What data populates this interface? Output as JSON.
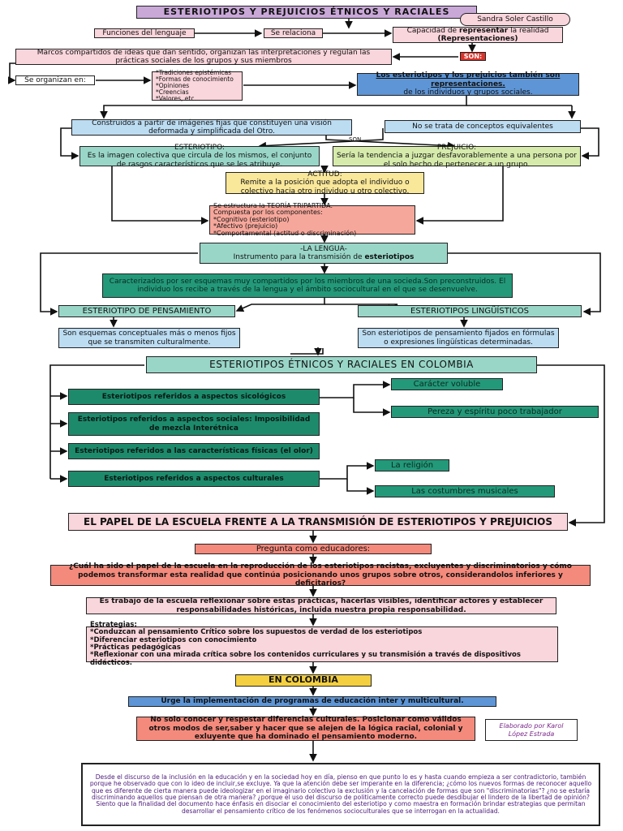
{
  "title": "ESTERIOTIPOS Y PREJUICIOS ÉTNICOS Y RACIALES",
  "author": "Sandra Soler Castillo",
  "row1": {
    "funciones": "Funciones del lenguaje",
    "relaciona": "Se relaciona",
    "capacidad_pre": "Capacidad de",
    "capacidad_bold": "representar",
    "capacidad_post": "la realidad",
    "capacidad_sub": "(Representaciones)",
    "son": "SON:"
  },
  "marcos": "Marcos compartidos de ideas que dan sentido, organizan las interpretaciones y regulan las prácticas sociales de los grupos y sus miembros",
  "organizan": "Se organizan en:",
  "tradiciones": [
    "*Tradiciones epistémicas",
    "*Formas de conocimiento",
    "*Opiniones",
    "*Creencias",
    "*Valores, etc..."
  ],
  "representaciones_title": "Los esteriotipos y los prejuicios también son representaciones.",
  "representaciones_sub": "de los individuos y grupos sociales.",
  "construidos": "Construidos a partir de imágenes fijas que constituyen una visión deformada y simplificada del Otro.",
  "son_label": "SON",
  "no_equivalentes": "No se trata de conceptos equivalentes",
  "esteriotipo_title": "ESTERIOTIPO:",
  "esteriotipo_text": "Es la imagen colectiva que circula de los mismos, el conjunto de rasgos característicos que se les atribuye.",
  "prejuicio_title": "PREJUICIO:",
  "prejuicio_text": "Sería la tendencia a juzgar desfavorablemente a una persona por el solo hecho de pertenecer a un grupo.",
  "actitud_title": "ACTITUD:",
  "actitud_text": "Remite a la posición que adopta el individuo o colectivo hacia otro individuo u otro colectivo.",
  "teoria": {
    "line1": "Se estructura la TEORÍA TRIPARTIDA.",
    "line2": "Compuesta por los componentes:",
    "items": [
      "*Cognitivo (esteriotipo)",
      "*Afectivo (prejuicio)",
      "*Comportamental (actitud o discriminación)"
    ]
  },
  "lengua_title": "-LA LENGUA-",
  "lengua_pre": "Instrumento para la transmisión de",
  "lengua_bold": "esteriotipos",
  "caracterizados": "Caracterizados por ser esquemas muy compartidos por los miembros de una socieda.Son preconstruidos. El individuo los recibe a través de la lengua y el ámbito sociocultural en el que se desenvuelve.",
  "pensamiento": "ESTERIOTIPO DE PENSAMIENTO",
  "linguisticos": "ESTERIOTIPOS LINGÜÍSTICOS",
  "pensamiento_desc": "Son esquemas conceptuales más o menos fijos que se transmiten culturalmente.",
  "linguisticos_desc": "Son esteriotipos de pensamiento fijados en fórmulas o expresiones lingüísticas determinadas.",
  "colombia_title": "ESTERIOTIPOS ÉTNICOS Y RACIALES EN COLOMBIA",
  "aspectos": [
    "Esteriotipos referidos a aspectos sicológicos",
    "Esteriotipos referidos a aspectos sociales: Imposibilidad de mezcla Interétnica",
    "Esteriotipos referidos a las características físicas (el olor)",
    "Esteriotipos referidos a aspectos culturales"
  ],
  "caracter": "Carácter voluble",
  "pereza": "Pereza y espíritu poco trabajador",
  "religion": "La religión",
  "costumbres": "Las costumbres musicales",
  "escuela_title": "EL PAPEL DE LA ESCUELA FRENTE A LA TRANSMISIÓN DE ESTERIOTIPOS Y PREJUICIOS",
  "pregunta": "Pregunta como educadores:",
  "cual": "¿Cuál ha sido el papel de la escuela en la reproducción de los esteriotipos racistas, excluyentes y discriminatorios y cómo podemos transformar esta realidad que continúa posicionando unos grupos sobre otros, considerandolos inferiores y deficitarios?",
  "trabajo": "Es trabajo de la escuela reflexionar sobre estas prácticas, hacerlas visibles, identificar actores y establecer responsabilidades históricas, incluida nuestra propia responsabilidad.",
  "estrategias": [
    "Estrategias:",
    "*Conduzcan al pensamiento Crítico sobre los supuestos de verdad de los esteriotipos",
    "*Diferenciar esteriotipos con conocimiento",
    "*Prácticas pedagógicas",
    "*Reflexionar con una mirada crítica sobre los contenidos curriculares y su transmisión a través de dispositivos didácticos."
  ],
  "en_colombia": "EN COLOMBIA",
  "urge": "Urge la implementación de programas de educación inter y multicultural.",
  "no_solo": "No solo conocer y respestar diferencias culturales. Posicionar como válidos otros modos de ser,saber y hacer que se alejen de la lógica racial, colonial y exluyente que ha dominado el pensamiento moderno.",
  "elaborado": "Elaborado por Karol López Estrada",
  "desde": "Desde el discurso de la inclusión en la educación y en la sociedad hoy en día, pienso en que punto lo es y hasta cuando empieza a ser contradictorio, también porque he observado que con lo ideo de incluir,se excluye. Ya que la atención debe ser imperante en la diferencia; ¿cómo los nuevos formas de reconocer aquello que es diferente de cierta manera puede ideologizar en el imaginario colectivo la exclusión y la cancelación de formas que son \"discriminatorias\"? ¿no se estaría discriminando aquellos que piensan de otra manera? ¿porque el uso del discurso de politicamente correcto puede desdibujar el lindero de la libertad de opinión? Siento que la finalidad del documento hace énfasis en disociar el conocimiento del esteriotipo y como maestra en formación brindar estrategias que permitan desarrollar el pensamiento crítico de los fenómenos socioculturales que se interrogan en la actualidad.",
  "colors": {
    "pink": "#f9d5dc",
    "blue": "#bcdcf2",
    "teal_light": "#99d6c8",
    "teal": "#23997a",
    "green": "#d6ebab",
    "yellow": "#f9e79a",
    "salmon": "#f6a79b",
    "gold": "#f4d041",
    "purple": "#c9a8d8",
    "red": "#d9342b"
  }
}
